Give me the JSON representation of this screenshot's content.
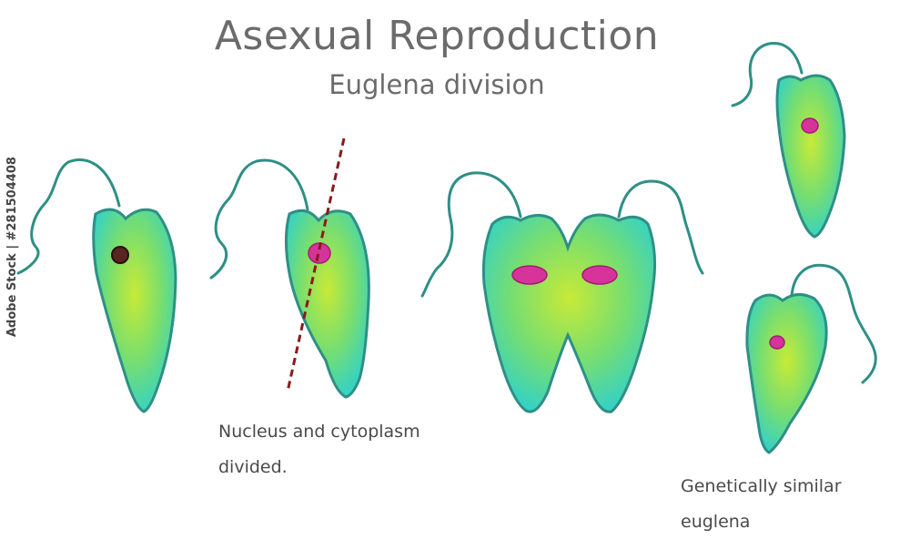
{
  "title": "Asexual Reproduction",
  "subtitle": "Euglena division",
  "captions": {
    "division": [
      "Nucleus and cytoplasm",
      "divided."
    ],
    "result": [
      "Genetically similar",
      "euglena"
    ]
  },
  "watermark": "Adobe Stock | #281504408",
  "colors": {
    "outline": "#2e8f86",
    "body_center": "#c8ea37",
    "body_mid": "#78de6f",
    "body_edge": "#37d2c2",
    "nucleus_initial": "#5a2420",
    "nucleus_divided": "#d6339b",
    "division_line": "#8b1a1a",
    "text": "#6b6b6b"
  }
}
